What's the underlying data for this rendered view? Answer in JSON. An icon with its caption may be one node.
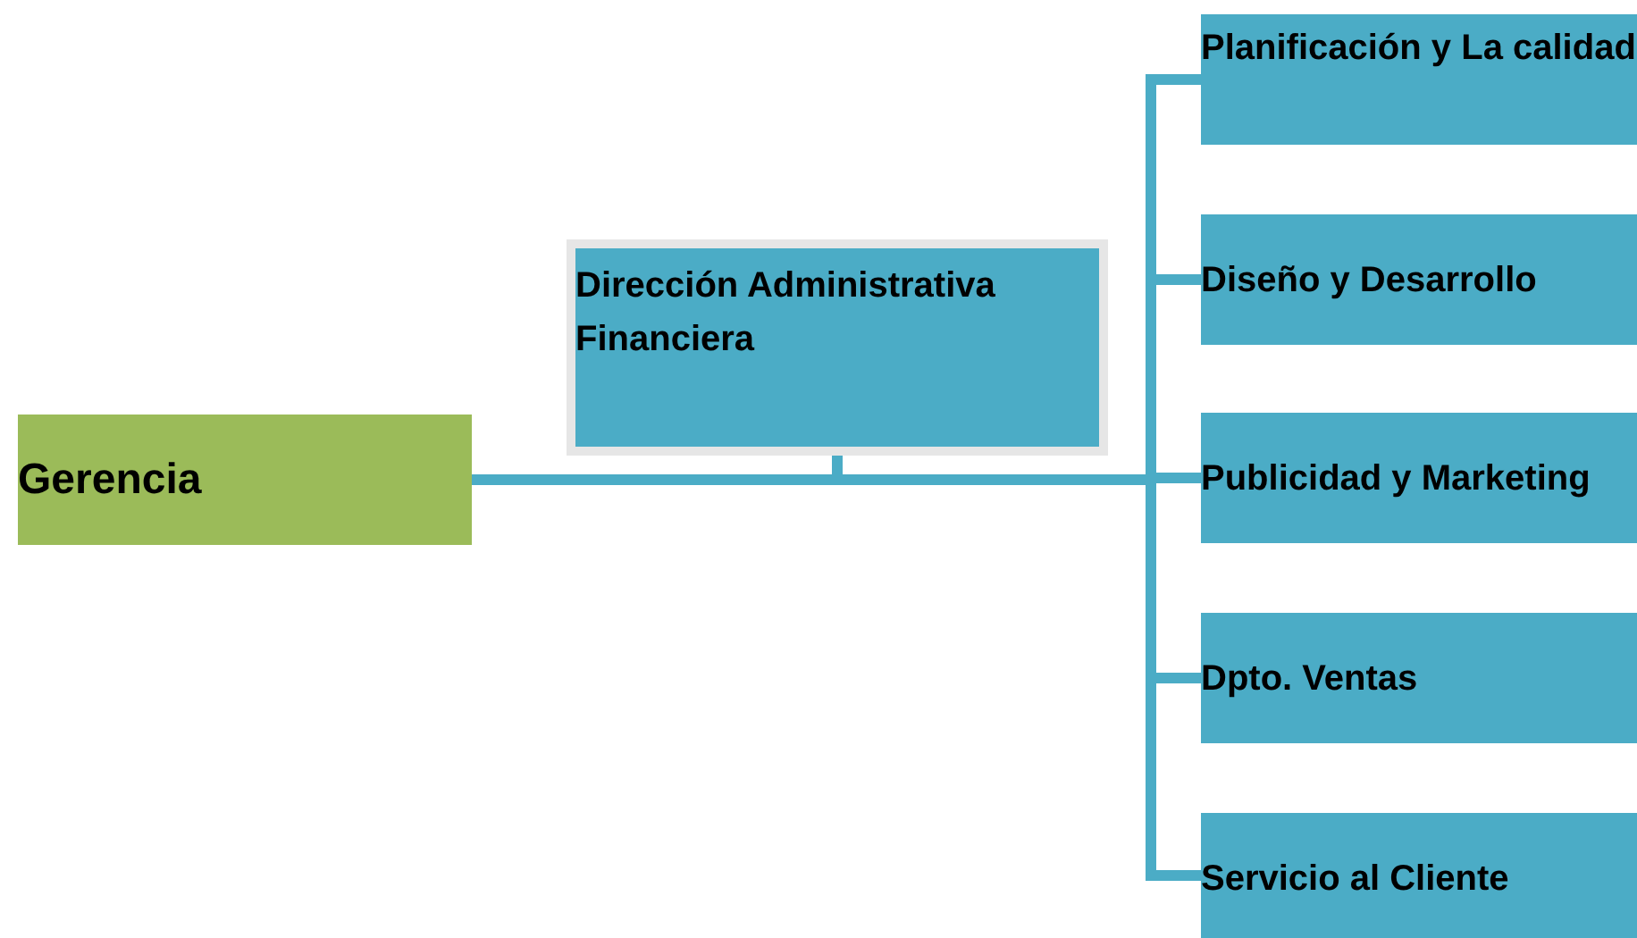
{
  "diagram": {
    "nodes": [
      {
        "text": [
          "Gerencia"
        ]
      },
      {
        "text": [
          "Dirección Administrativa Financiera"
        ]
      },
      {
        "text": [
          "Planificación y La calidad"
        ]
      },
      {
        "text": [
          "Diseño y Desarrollo"
        ]
      },
      {
        "text": [
          "Publicidad y Marketing"
        ]
      },
      {
        "text": [
          "Dpto. Ventas"
        ]
      },
      {
        "text": [
          "Servicio al Cliente"
        ]
      }
    ],
    "edges": [
      {
        "from": 0,
        "to": 1,
        "arrow": "none"
      },
      {
        "from": 0,
        "to": 2,
        "arrow": "none"
      },
      {
        "from": 0,
        "to": 3,
        "arrow": "none"
      },
      {
        "from": 0,
        "to": 4,
        "arrow": "none"
      },
      {
        "from": 0,
        "to": 5,
        "arrow": "none"
      },
      {
        "from": 0,
        "to": 6,
        "arrow": "none"
      }
    ]
  }
}
